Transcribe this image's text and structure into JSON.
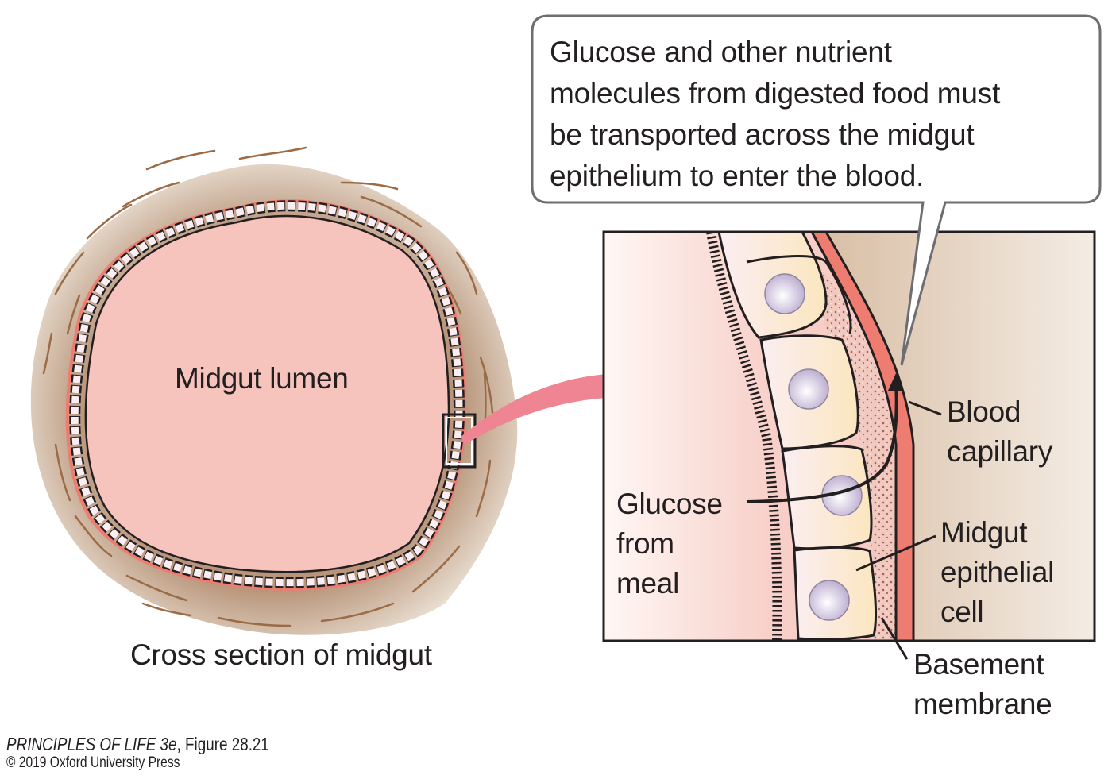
{
  "figure": {
    "callout": {
      "text_lines": [
        "Glucose and other nutrient",
        "molecules from digested food must",
        "be transported across the midgut",
        "epithelium to enter the blood."
      ]
    },
    "cross_section": {
      "center_label": "Midgut lumen",
      "caption": "Cross section of midgut"
    },
    "detail_labels": {
      "glucose": [
        "Glucose",
        "from",
        "meal"
      ],
      "blood_capillary": [
        "Blood",
        "capillary"
      ],
      "epithelial_cell": [
        "Midgut",
        "epithelial",
        "cell"
      ],
      "basement_membrane": [
        "Basement",
        "membrane"
      ]
    },
    "colors": {
      "lumen": "#f6c4bd",
      "muscle_layer": "#c9ad94",
      "muscle_lines": "#9a6b45",
      "capillary": "#ee7c70",
      "callout_arrow": "#ef8592",
      "nucleus": "#c9bcd8",
      "cell_fill": "#fbe9c9"
    }
  },
  "credit": {
    "book_title": "PRINCIPLES OF LIFE 3e",
    "figure_ref": ", Figure 28.21",
    "copyright": "© 2019 Oxford University Press"
  }
}
